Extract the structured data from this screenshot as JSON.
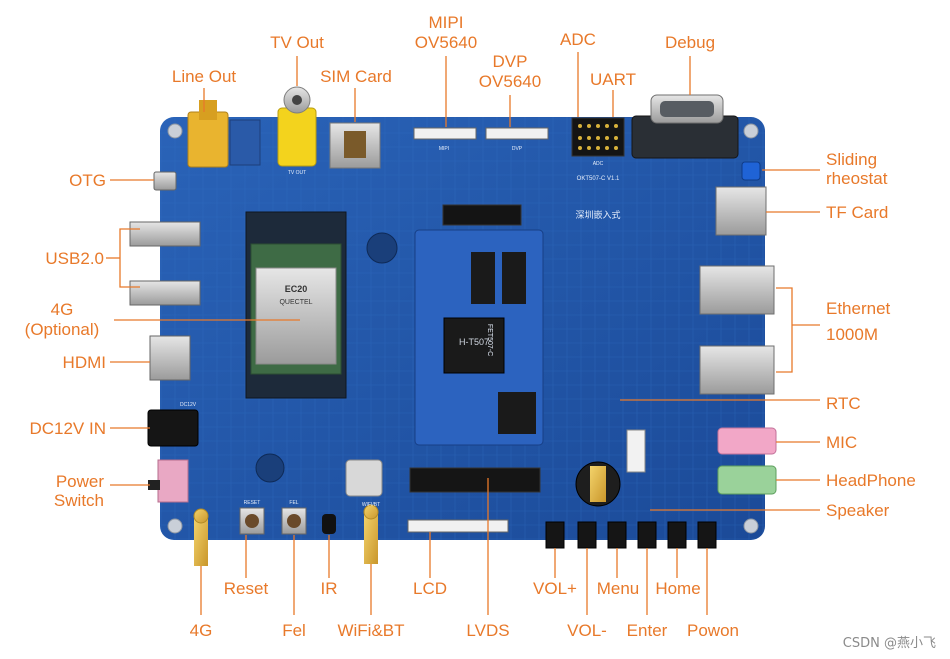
{
  "accent_color": "#e8792a",
  "labels": {
    "line_out": "Line Out",
    "tv_out": "TV Out",
    "sim_card": "SIM Card",
    "mipi_1": "MIPI",
    "mipi_2": "OV5640",
    "dvp_1": "DVP",
    "dvp_2": "OV5640",
    "adc": "ADC",
    "uart": "UART",
    "debug": "Debug",
    "sliding_1": "Sliding",
    "sliding_2": "rheostat",
    "tf_card": "TF Card",
    "otg": "OTG",
    "usb": "USB2.0",
    "g4_opt_1": "4G",
    "g4_opt_2": "(Optional)",
    "hdmi": "HDMI",
    "ethernet_1": "Ethernet",
    "ethernet_2": "1000M",
    "rtc": "RTC",
    "dc12v": "DC12V IN",
    "mic": "MIC",
    "headphone": "HeadPhone",
    "power_1": "Power",
    "power_2": "Switch",
    "speaker": "Speaker",
    "reset": "Reset",
    "ir": "IR",
    "lcd": "LCD",
    "volp": "VOL+",
    "menu": "Menu",
    "home": "Home",
    "g4_ant": "4G",
    "fel": "Fel",
    "wifi": "WiFi&BT",
    "lvds": "LVDS",
    "volm": "VOL-",
    "enter": "Enter",
    "powon": "Powon"
  },
  "silkscreen": {
    "brand": "深圳嵌入式",
    "board_name": "OKT507-C V1.1",
    "module_name": "FET507-C",
    "chip_mark": "H-T507",
    "lte_module": "EC20",
    "lte_brand": "QUECTEL",
    "tvout": "TV OUT",
    "adc": "ADC",
    "mipi": "MIPI",
    "dvp": "DVP",
    "dc": "DC12V",
    "reset": "RESET",
    "fel": "FEL",
    "wifi": "WIFI/BT"
  },
  "watermark": "CSDN @燕小飞"
}
